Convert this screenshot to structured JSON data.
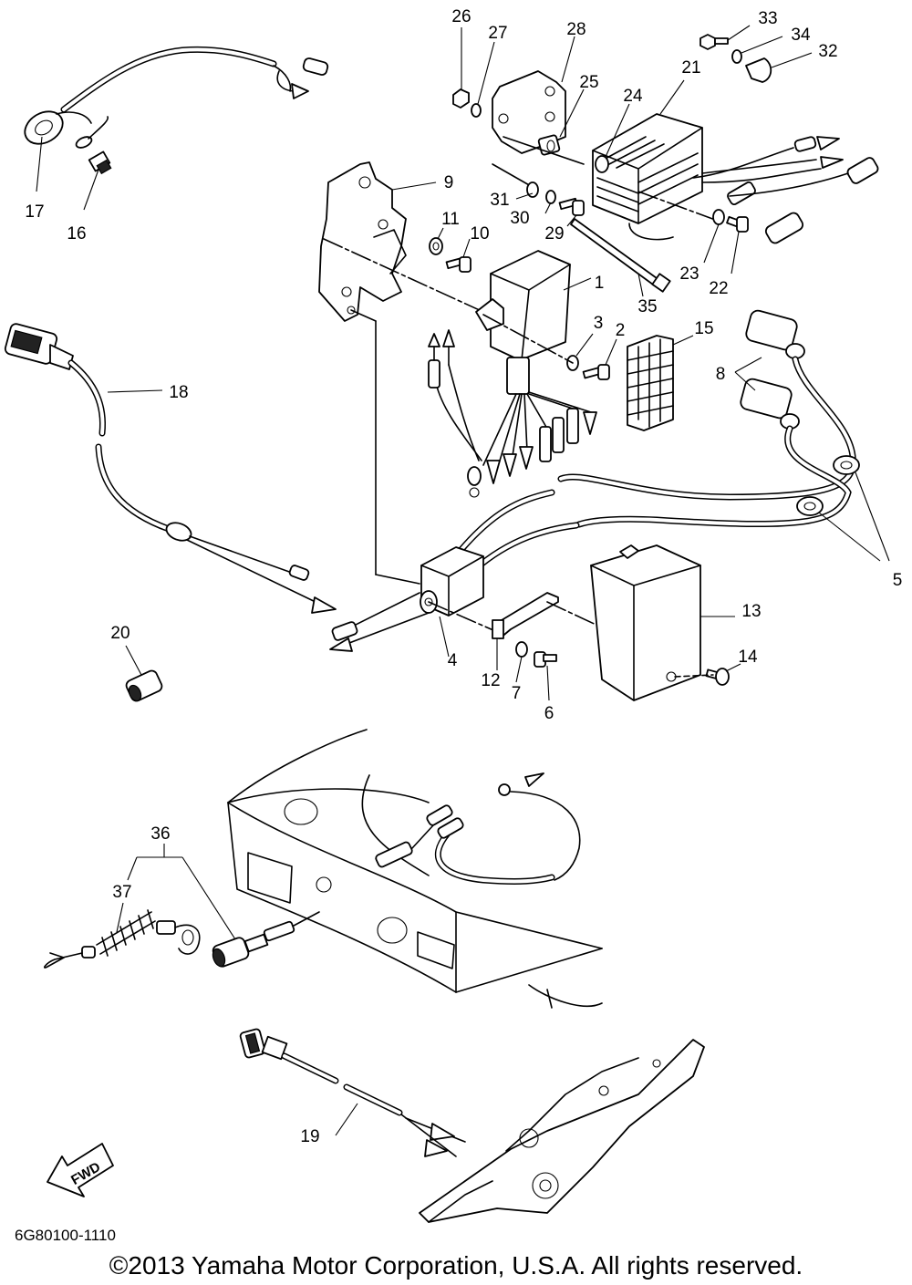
{
  "diagram": {
    "part_numbers": {
      "p1": "1",
      "p2": "2",
      "p3": "3",
      "p4": "4",
      "p5": "5",
      "p6": "6",
      "p7": "7",
      "p8": "8",
      "p9": "9",
      "p10": "10",
      "p11": "11",
      "p12": "12",
      "p13": "13",
      "p14": "14",
      "p15": "15",
      "p16": "16",
      "p17": "17",
      "p18": "18",
      "p19": "19",
      "p20": "20",
      "p21": "21",
      "p22": "22",
      "p23": "23",
      "p24": "24",
      "p25": "25",
      "p26": "26",
      "p27": "27",
      "p28": "28",
      "p29": "29",
      "p30": "30",
      "p31": "31",
      "p32": "32",
      "p33": "33",
      "p34": "34",
      "p35": "35",
      "p36": "36",
      "p37": "37"
    },
    "fwd_label": "FWD",
    "diagram_code": "6G80100-1110",
    "copyright": "©2013 Yamaha Motor Corporation, U.S.A. All rights reserved."
  }
}
